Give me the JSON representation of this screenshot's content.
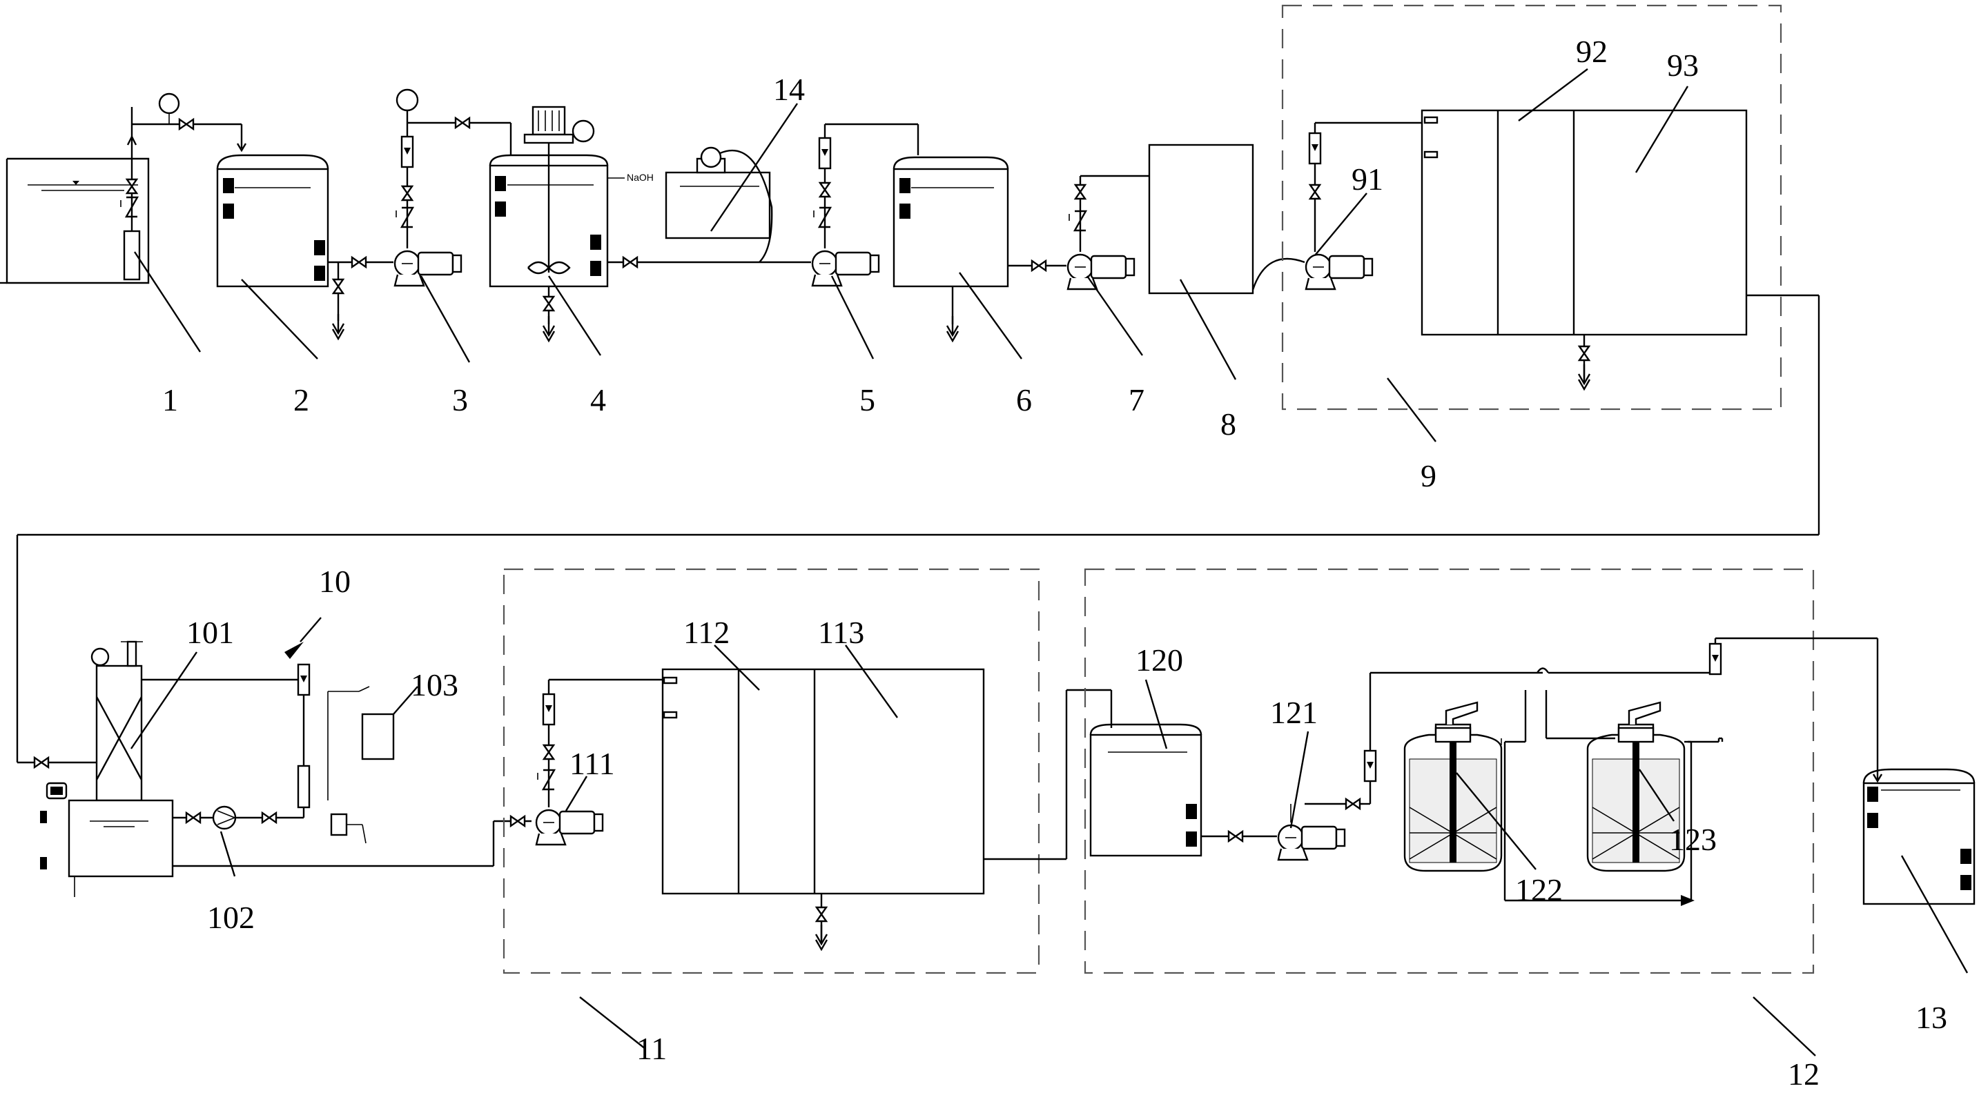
{
  "labels": {
    "l1": "1",
    "l2": "2",
    "l3": "3",
    "l4": "4",
    "l5": "5",
    "l6": "6",
    "l7": "7",
    "l8": "8",
    "l9": "9",
    "l10": "10",
    "l11": "11",
    "l12": "12",
    "l13": "13",
    "l14": "14",
    "l91": "91",
    "l92": "92",
    "l93": "93",
    "l101": "101",
    "l102": "102",
    "l103": "103",
    "l111": "111",
    "l112": "112",
    "l113": "113",
    "l120": "120",
    "l121": "121",
    "l122": "122",
    "l123": "123"
  },
  "annotations": {
    "naoh": "NaOH"
  }
}
